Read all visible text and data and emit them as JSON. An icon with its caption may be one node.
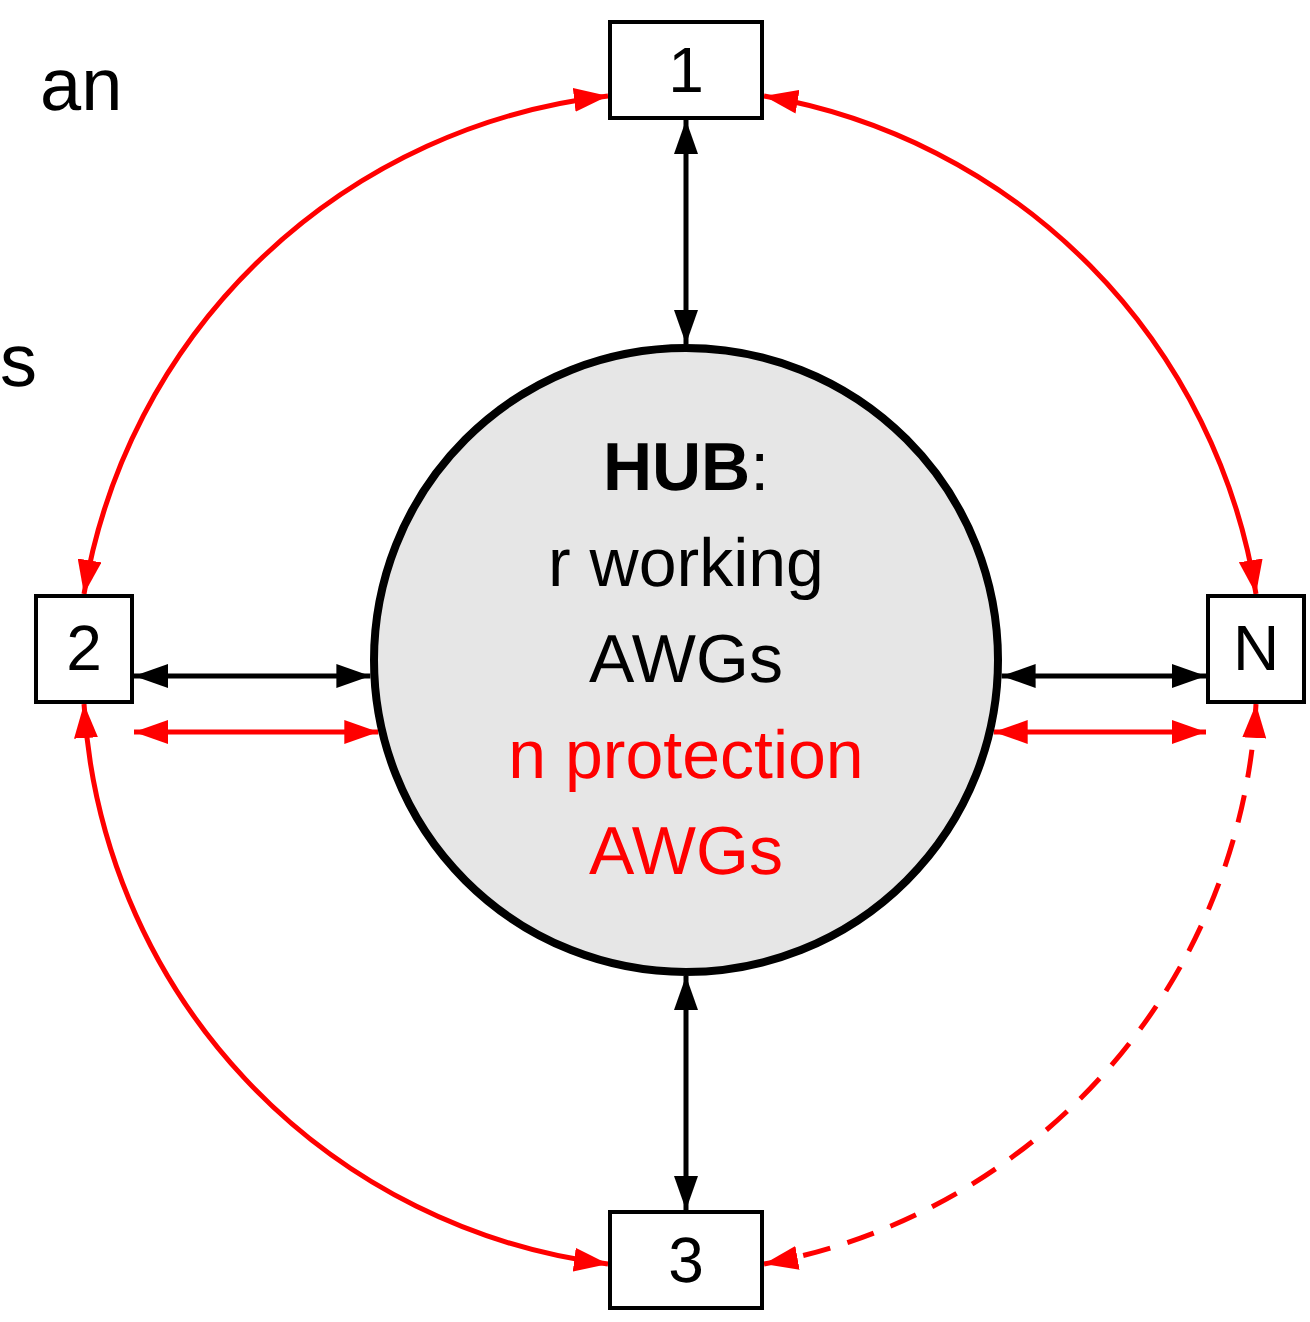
{
  "diagram": {
    "nodes": [
      {
        "text": [
          "1"
        ]
      },
      {
        "text": [
          "2"
        ]
      },
      {
        "text": [
          "**HUB**:",
          "r working AWGs",
          "n protection AWGs"
        ]
      },
      {
        "text": [
          "N"
        ]
      },
      {
        "text": [
          "3"
        ]
      }
    ],
    "edges": [
      {
        "from": 0,
        "to": 2,
        "arrow": "both",
        "color": "#000000"
      },
      {
        "from": 1,
        "to": 2,
        "arrow": "both",
        "color": "#000000"
      },
      {
        "from": 1,
        "to": 2,
        "arrow": "both"
      },
      {
        "from": 3,
        "to": 2,
        "arrow": "both",
        "color": "#000000"
      },
      {
        "from": 3,
        "to": 2,
        "arrow": "both"
      },
      {
        "from": 4,
        "to": 2,
        "arrow": "both",
        "color": "#000000"
      },
      {
        "from": 0,
        "to": 1,
        "arrow": "both"
      },
      {
        "from": 0,
        "to": 3,
        "arrow": "both"
      },
      {
        "from": 1,
        "to": 4,
        "arrow": "both"
      },
      {
        "from": 3,
        "to": 4,
        "arrow": "both",
        "style": "dashed"
      }
    ],
    "labels": [
      "an",
      "s"
    ]
  }
}
